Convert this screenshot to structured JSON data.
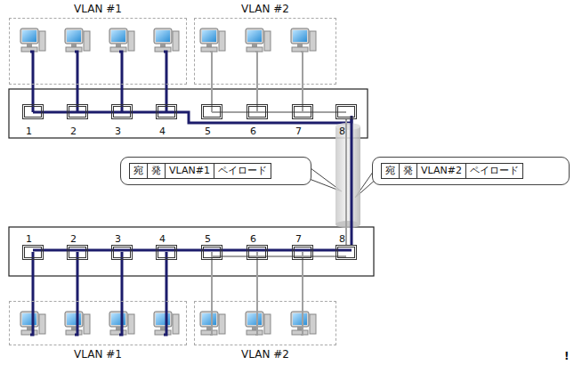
{
  "diagram": {
    "nodes": [
      {
        "text": [
          "VLAN #1"
        ]
      },
      {
        "text": [
          "VLAN #2"
        ]
      },
      {
        "text": [
          "1"
        ]
      },
      {
        "text": [
          "2"
        ]
      },
      {
        "text": [
          "3"
        ]
      },
      {
        "text": [
          "4"
        ]
      },
      {
        "text": [
          "5"
        ]
      },
      {
        "text": [
          "6"
        ]
      },
      {
        "text": [
          "7"
        ]
      },
      {
        "text": [
          "8"
        ]
      },
      {
        "text": [
          "宛",
          "発",
          "VLAN#1",
          "ペイロード"
        ]
      },
      {
        "text": [
          "宛",
          "発",
          "VLAN#2",
          "ペイロード"
        ]
      },
      {
        "text": [
          "1"
        ]
      },
      {
        "text": [
          "2"
        ]
      },
      {
        "text": [
          "3"
        ]
      },
      {
        "text": [
          "4"
        ]
      },
      {
        "text": [
          "5"
        ]
      },
      {
        "text": [
          "6"
        ]
      },
      {
        "text": [
          "7"
        ]
      },
      {
        "text": [
          "8"
        ]
      },
      {
        "text": [
          "VLAN #1"
        ]
      },
      {
        "text": [
          "VLAN #2"
        ]
      }
    ],
    "edges": [
      {
        "from": 9,
        "to": 19,
        "arrow": "none"
      }
    ],
    "labels": [
      "!"
    ]
  }
}
